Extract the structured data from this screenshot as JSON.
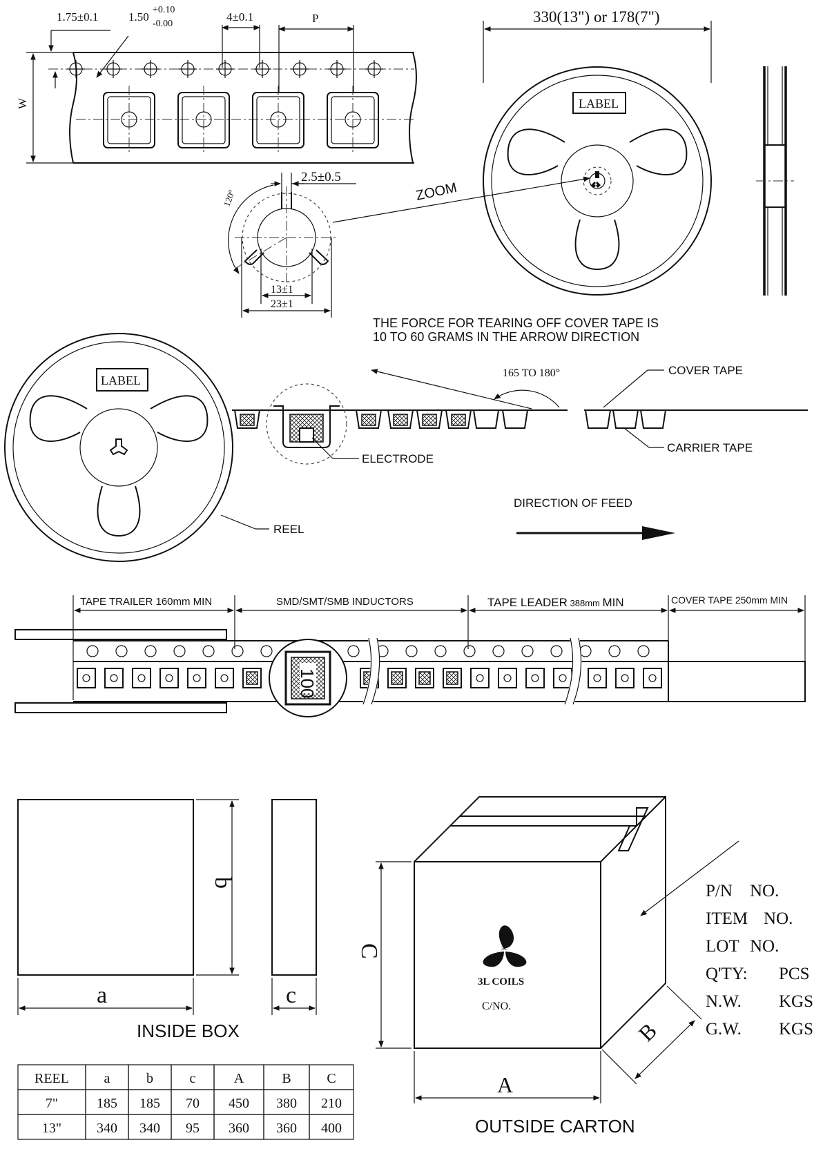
{
  "carrier_tape": {
    "dim_hole_edge": "1.75±0.1",
    "dim_hole_dia": "1.50",
    "dim_hole_tol_plus": "+0.10",
    "dim_hole_tol_minus": "-0.00",
    "dim_hole_pitch": "4±0.1",
    "dim_pitch": "P",
    "dim_width": "W"
  },
  "reel": {
    "diameter": "330(13\") or 178(7\")",
    "label": "LABEL",
    "zoom": "ZOOM",
    "slot_width": "2.5±0.5",
    "angle": "120°",
    "hub_inner": "13±1",
    "hub_outer": "23±1"
  },
  "tear_off": {
    "note_line1": "THE FORCE FOR TEARING OFF COVER TAPE IS",
    "note_line2": "10 TO 60 GRAMS IN THE ARROW DIRECTION",
    "angle": "165 TO 180°",
    "cover_tape": "COVER TAPE",
    "carrier_tape": "CARRIER TAPE",
    "electrode": "ELECTRODE",
    "reel": "REEL",
    "label": "LABEL",
    "direction": "DIRECTION OF FEED"
  },
  "tape_layout": {
    "trailer": "TAPE TRAILER  160mm MIN",
    "components": "SMD/SMT/SMB INDUCTORS",
    "leader_a": "TAPE LEADER",
    "leader_b": " 388mm ",
    "leader_c": "MIN",
    "cover": "COVER TAPE 250mm MIN",
    "part_marking": "100"
  },
  "inside_box": {
    "caption": "INSIDE BOX",
    "dim_a": "a",
    "dim_b": "b",
    "dim_c": "c"
  },
  "outside_carton": {
    "caption": "OUTSIDE CARTON",
    "dim_A": "A",
    "dim_B": "B",
    "dim_C": "C",
    "brand_small": "3L",
    "brand": "3L  COILS",
    "carton_no": "C/NO.",
    "fields": [
      {
        "label": "P/N",
        "value": "NO."
      },
      {
        "label": "ITEM",
        "value": "NO."
      },
      {
        "label": "LOT",
        "value": "NO."
      },
      {
        "label": "Q'TY:",
        "value": "PCS"
      },
      {
        "label": "N.W.",
        "value": "KGS"
      },
      {
        "label": "G.W.",
        "value": "KGS"
      }
    ]
  },
  "dimension_table": {
    "headers": [
      "REEL",
      "a",
      "b",
      "c",
      "A",
      "B",
      "C"
    ],
    "rows": [
      [
        "7\"",
        "185",
        "185",
        "70",
        "450",
        "380",
        "210"
      ],
      [
        "13\"",
        "340",
        "340",
        "95",
        "360",
        "360",
        "400"
      ]
    ]
  }
}
